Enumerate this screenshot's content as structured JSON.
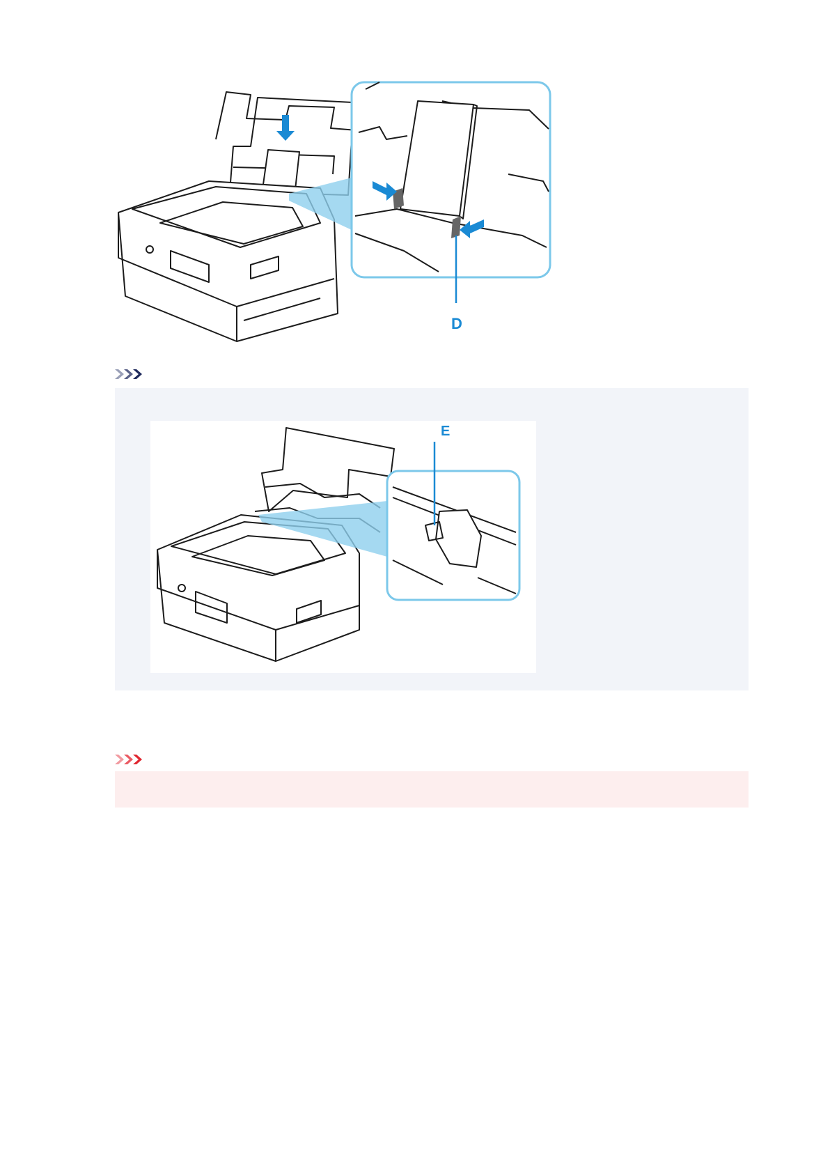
{
  "figure_main": {
    "callout_label": "D",
    "icon": "printer-rear-tray-loading-illustration"
  },
  "note": {
    "icon": "note-chevron-icon",
    "figure": {
      "callout_label": "E",
      "icon": "printer-paper-guide-illustration"
    }
  },
  "important": {
    "icon": "important-chevron-icon"
  },
  "colors": {
    "accent_blue": "#1a8ad4",
    "note_bg": "#f2f4f9",
    "important_bg": "#fdeeee",
    "note_icon": "#1f2a5c",
    "important_icon": "#e0262f"
  }
}
